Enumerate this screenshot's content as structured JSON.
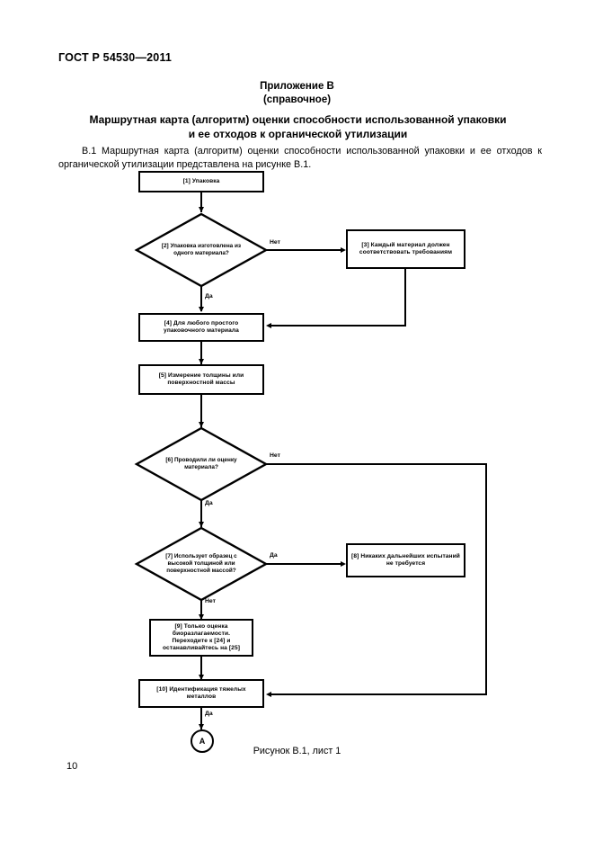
{
  "document": {
    "standard_number": "ГОСТ Р 54530—2011",
    "annex_title": "Приложение В",
    "annex_subtitle": "(справочное)",
    "title_line1": "Маршрутная карта (алгоритм) оценки способности использованной упаковки",
    "title_line2": "и ее отходов к органической утилизации",
    "paragraph": "В.1 Маршрутная карта (алгоритм) оценки способности использованной упаковки и ее отходов к органической утилизации представлена на рисунке В.1.",
    "figure_caption": "Рисунок В.1, лист 1",
    "page_number": "10"
  },
  "flowchart": {
    "nodes": [
      {
        "id": "n1",
        "shape": "process",
        "text": "[1] Упаковка"
      },
      {
        "id": "n2",
        "shape": "decision",
        "text": "[2] Упаковка изготовлена из одного материала?"
      },
      {
        "id": "n3",
        "shape": "process",
        "text": "[3] Каждый материал должен соответствовать требованиям"
      },
      {
        "id": "n4",
        "shape": "process",
        "text": "[4] Для любого простого упаковочного материала"
      },
      {
        "id": "n5",
        "shape": "process",
        "text": "[5] Измерение толщины или поверхностной массы"
      },
      {
        "id": "n6",
        "shape": "decision",
        "text": "[6] Проводили ли оценку материала?"
      },
      {
        "id": "n7",
        "shape": "decision",
        "text": "[7] Использует образец с высокой толщиной или поверхностной массой?"
      },
      {
        "id": "n8",
        "shape": "process",
        "text": "[8] Никаких дальнейших испытаний не требуется"
      },
      {
        "id": "n9",
        "shape": "process",
        "text": "[9] Только оценка биоразлагаемости. Переходите к [24] и останавливайтесь на [25]"
      },
      {
        "id": "n10",
        "shape": "process",
        "text": "[10] Идентификация тяжелых металлов"
      },
      {
        "id": "nA",
        "shape": "connector",
        "text": "А"
      }
    ],
    "edge_labels": {
      "e2_no": "Нет",
      "e2_yes": "Да",
      "e6_no": "Нет",
      "e6_yes": "Да",
      "e7_yes": "Да",
      "e7_no": "Нет",
      "e10_yes": "Да"
    }
  },
  "colors": {
    "ink": "#000000",
    "paper": "#ffffff"
  }
}
